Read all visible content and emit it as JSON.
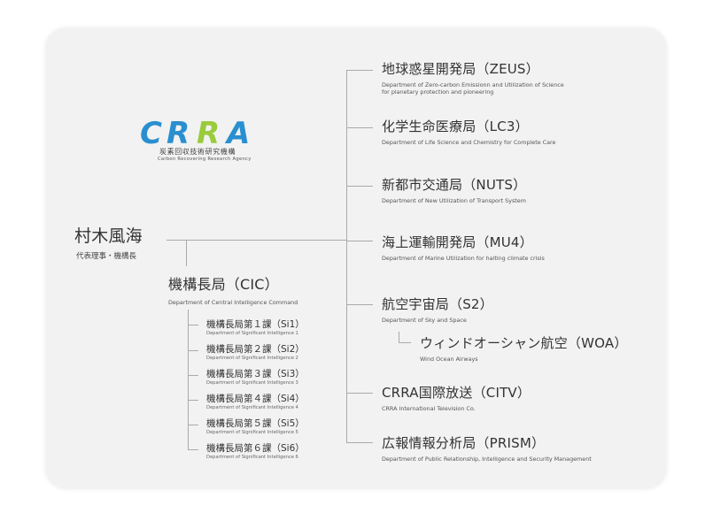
{
  "logo": {
    "name": "CRRA",
    "jp": "炭素回収技術研究機構",
    "en": "Carbon Recovering Research Agency",
    "colors": {
      "blue": "#2a8fd0",
      "green": "#9acb3c"
    }
  },
  "leader": {
    "name": "村木風海",
    "role": "代表理事・機構長"
  },
  "central": {
    "title": "機構長局（CIC）",
    "subtitle": "Department of Central Intelligence Command",
    "sections": [
      {
        "title": "機構長局第１課（Si1）",
        "subtitle": "Department of Significant Intelligence 1"
      },
      {
        "title": "機構長局第２課（Si2）",
        "subtitle": "Department of Significant Intelligence 2"
      },
      {
        "title": "機構長局第３課（Si3）",
        "subtitle": "Department of Significant Intelligence 3"
      },
      {
        "title": "機構長局第４課（Si4）",
        "subtitle": "Department of Significant Intelligence 4"
      },
      {
        "title": "機構長局第５課（Si5）",
        "subtitle": "Department of Significant Intelligence 5"
      },
      {
        "title": "機構長局第６課（Si6）",
        "subtitle": "Department of Significant Intelligence 6"
      }
    ]
  },
  "departments": [
    {
      "title": "地球惑星開発局（ZEUS）",
      "subtitle": "Department of Zero-carbon Emissionn and Utilization of Science",
      "subtitle2": "for planetary protection and pioneering"
    },
    {
      "title": "化学生命医療局（LC3）",
      "subtitle": "Department of Life Science and Chemistry for Complete Care"
    },
    {
      "title": "新都市交通局（NUTS）",
      "subtitle": "Department of New Utilization of Transport System"
    },
    {
      "title": "海上運輸開発局（MU4）",
      "subtitle": "Department of Marine Utilization for halting climate crisis"
    },
    {
      "title": "航空宇宙局（S2）",
      "subtitle": "Department of Sky and Space"
    },
    {
      "title": "CRRA国際放送（CITV）",
      "subtitle": "CRRA International Television Co."
    },
    {
      "title": "広報情報分析局（PRISM）",
      "subtitle": "Department of Public Relationship, Intelligence and Security Management"
    }
  ],
  "subsidiary": {
    "title": "ウィンドオーシャン航空（WOA）",
    "subtitle": "Wind Ocean Airways"
  }
}
